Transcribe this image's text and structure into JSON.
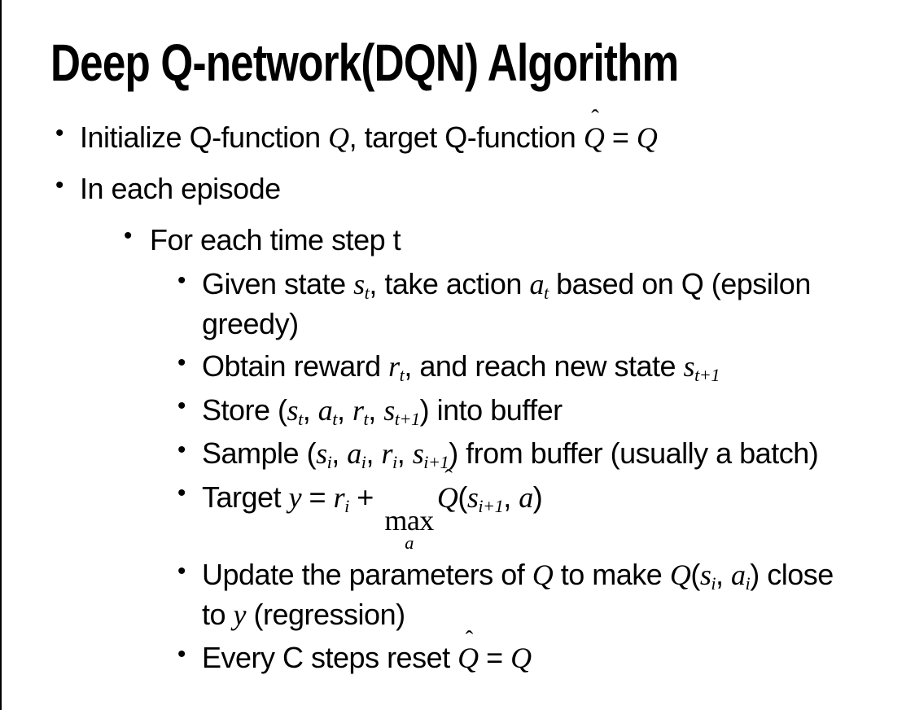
{
  "slide": {
    "title": "Deep Q-network(DQN) Algorithm",
    "bullet_glyph": "•",
    "hat_glyph": "ˆ",
    "bullets": [
      {
        "level": 1,
        "segments": [
          {
            "t": "Initialize Q-function "
          },
          {
            "m": "Q"
          },
          {
            "t": ", target Q-function "
          },
          {
            "h": "Q"
          },
          {
            "t": " = "
          },
          {
            "m": "Q"
          }
        ]
      },
      {
        "level": 1,
        "segments": [
          {
            "t": "In each episode"
          }
        ]
      },
      {
        "level": 2,
        "segments": [
          {
            "t": "For each time step t"
          }
        ]
      },
      {
        "level": 3,
        "segments": [
          {
            "t": "Given state "
          },
          {
            "m": "s"
          },
          {
            "s": "t"
          },
          {
            "t": ", take action "
          },
          {
            "m": "a"
          },
          {
            "s": "t"
          },
          {
            "t": " based on Q (epsilon"
          },
          {
            "br": true
          },
          {
            "t": "greedy)"
          }
        ]
      },
      {
        "level": 3,
        "segments": [
          {
            "t": "Obtain reward "
          },
          {
            "m": "r"
          },
          {
            "s": "t"
          },
          {
            "t": ", and reach new state "
          },
          {
            "m": "s"
          },
          {
            "s": "t+1"
          }
        ]
      },
      {
        "level": 3,
        "segments": [
          {
            "t": "Store ("
          },
          {
            "m": "s"
          },
          {
            "s": "t"
          },
          {
            "t": ", "
          },
          {
            "m": "a"
          },
          {
            "s": "t"
          },
          {
            "t": ", "
          },
          {
            "m": "r"
          },
          {
            "s": "t"
          },
          {
            "t": ", "
          },
          {
            "m": "s"
          },
          {
            "s": "t+1"
          },
          {
            "t": ") into buffer"
          }
        ]
      },
      {
        "level": 3,
        "segments": [
          {
            "t": "Sample ("
          },
          {
            "m": "s"
          },
          {
            "s": "i"
          },
          {
            "t": ", "
          },
          {
            "m": "a"
          },
          {
            "s": "i"
          },
          {
            "t": ", "
          },
          {
            "m": "r"
          },
          {
            "s": "i"
          },
          {
            "t": ", "
          },
          {
            "m": "s"
          },
          {
            "s": "i+1"
          },
          {
            "t": ") from buffer (usually a batch)"
          }
        ]
      },
      {
        "level": 3,
        "segments": [
          {
            "t": "Target "
          },
          {
            "m": "y"
          },
          {
            "t": " = "
          },
          {
            "m": "r"
          },
          {
            "s": "i"
          },
          {
            "t": " + "
          },
          {
            "max": {
              "top": "max",
              "under": "a"
            }
          },
          {
            "h": "Q"
          },
          {
            "t": "("
          },
          {
            "m": "s"
          },
          {
            "s": "i+1"
          },
          {
            "t": ", "
          },
          {
            "m": "a"
          },
          {
            "t": ")"
          }
        ]
      },
      {
        "level": 3,
        "segments": [
          {
            "t": "Update the parameters of "
          },
          {
            "m": "Q"
          },
          {
            "t": " to make "
          },
          {
            "m": "Q"
          },
          {
            "t": "("
          },
          {
            "m": "s"
          },
          {
            "s": "i"
          },
          {
            "t": ", "
          },
          {
            "m": "a"
          },
          {
            "s": "i"
          },
          {
            "t": ") close"
          },
          {
            "br": true
          },
          {
            "t": "to "
          },
          {
            "m": "y"
          },
          {
            "t": " (regression)"
          }
        ]
      },
      {
        "level": 3,
        "segments": [
          {
            "t": "Every C steps reset "
          },
          {
            "h": "Q"
          },
          {
            "t": " = "
          },
          {
            "m": "Q"
          }
        ]
      }
    ]
  }
}
